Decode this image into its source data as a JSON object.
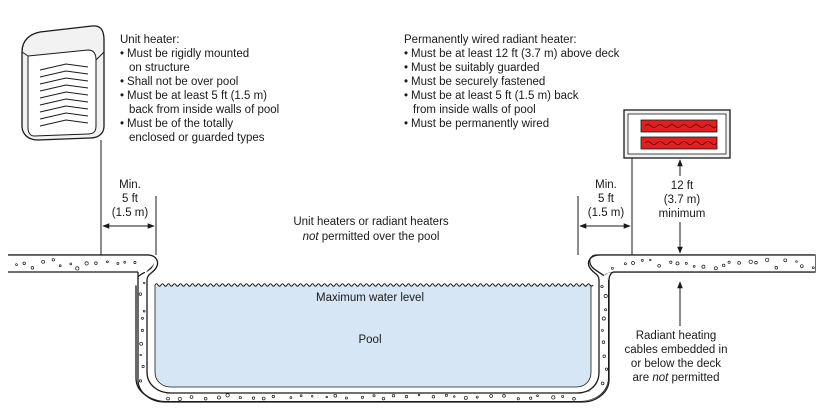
{
  "unit_heater": {
    "title": "Unit heater:",
    "bullets": [
      {
        "lines": [
          "Must be rigidly mounted",
          "on structure"
        ]
      },
      {
        "lines": [
          "Shall not be over pool"
        ]
      },
      {
        "lines": [
          "Must be at least 5 ft (1.5 m)",
          "back from inside walls of pool"
        ]
      },
      {
        "lines": [
          "Must be of the totally",
          "enclosed or guarded types"
        ]
      }
    ]
  },
  "radiant_heater": {
    "title": "Permanently wired radiant heater:",
    "bullets": [
      {
        "lines": [
          "Must be at least 12 ft (3.7 m) above deck"
        ]
      },
      {
        "lines": [
          "Must be suitably guarded"
        ]
      },
      {
        "lines": [
          "Must be securely fastened"
        ]
      },
      {
        "lines": [
          "Must be at least 5 ft (1.5 m) back",
          "from inside walls of pool"
        ]
      },
      {
        "lines": [
          "Must be permanently wired"
        ]
      }
    ]
  },
  "left_dimension": {
    "line1": "Min.",
    "line2": "5 ft",
    "line3": "(1.5 m)"
  },
  "right_dimension": {
    "line1": "Min.",
    "line2": "5 ft",
    "line3": "(1.5 m)"
  },
  "height_dimension": {
    "line1": "12 ft",
    "line2": "(3.7 m)",
    "line3": "minimum"
  },
  "over_pool_note": {
    "line1": "Unit heaters or radiant heaters",
    "line2_italic": "not",
    "line2_rest": " permitted over the pool"
  },
  "water_level_label": "Maximum water level",
  "pool_label": "Pool",
  "cables_note": {
    "line1": "Radiant heating",
    "line2": "cables embedded in",
    "line3": "or below the deck",
    "line4_pre": "are ",
    "line4_italic": "not",
    "line4_post": " permitted"
  },
  "bullet_char": "•",
  "colors": {
    "water": "#d6e6f4",
    "heating_element": "#e02020",
    "heater_body": "#f2f2f2",
    "line": "#1a1a1a"
  }
}
